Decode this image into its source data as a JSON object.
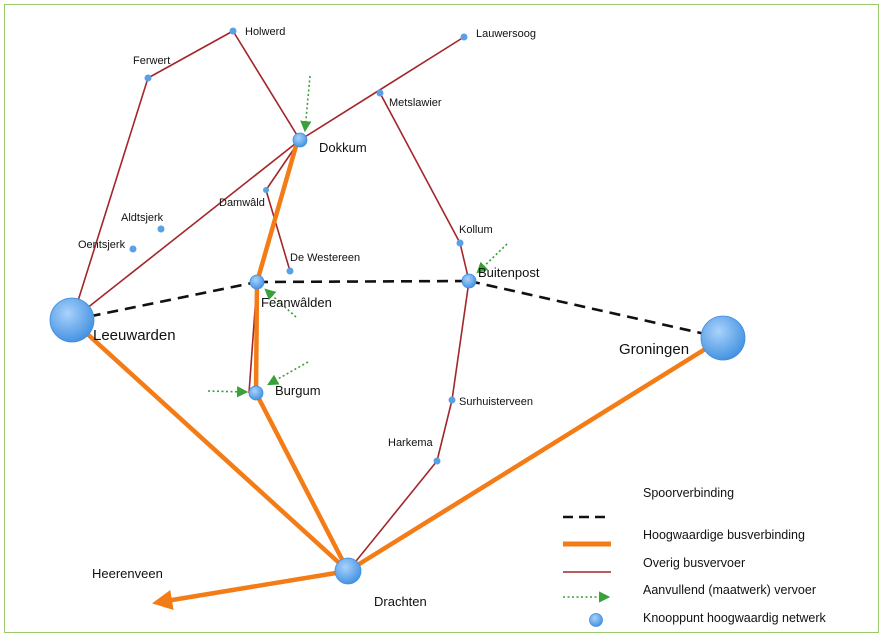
{
  "places": {
    "holwerd": "Holwerd",
    "ferwert": "Ferwert",
    "lauwersoog": "Lauwersoog",
    "metslawier": "Metslawier",
    "dokkum": "Dokkum",
    "damwald": "Damwâld",
    "aldtsjerk": "Aldtsjerk",
    "oentsjerk": "Oentsjerk",
    "de_westereen": "De Westereen",
    "kollum": "Kollum",
    "buitenpost": "Buitenpost",
    "feanwalden": "Feanwâlden",
    "leeuwarden": "Leeuwarden",
    "groningen": "Groningen",
    "burgum": "Burgum",
    "surhuisterveen": "Surhuisterveen",
    "harkema": "Harkema",
    "heerenveen": "Heerenveen",
    "drachten": "Drachten"
  },
  "legend": {
    "rail": "Spoorverbinding",
    "hq_bus": "Hoogwaardige busverbinding",
    "other_bus": "Overig busvervoer",
    "additional": "Aanvullend (maatwerk) vervoer",
    "node": "Knooppunt hoogwaardig netwerk"
  },
  "colors": {
    "rail": "#111111",
    "hq_bus": "#f47c16",
    "other_bus": "#a3262a",
    "additional": "#3aa03a",
    "node": "#5aa0e6"
  }
}
